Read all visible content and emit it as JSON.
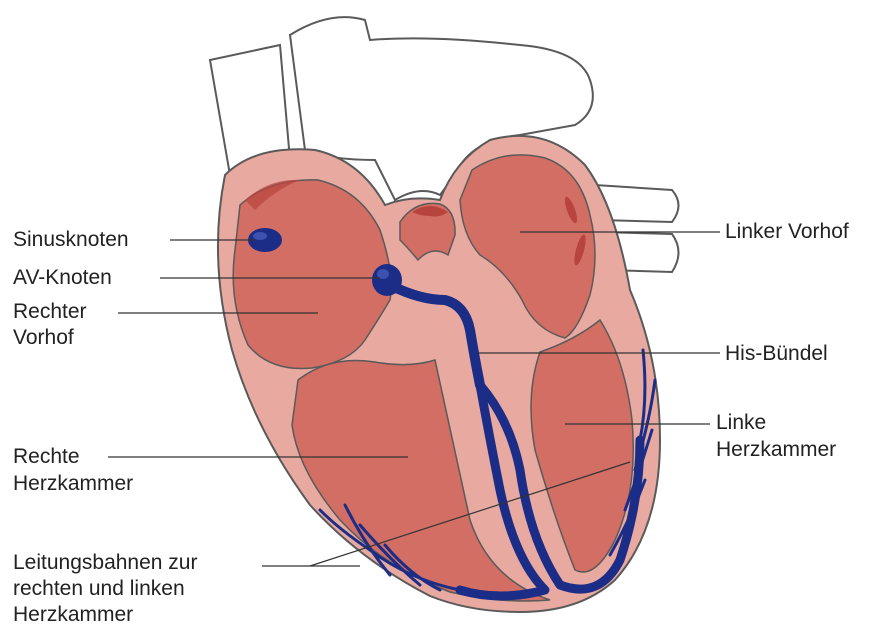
{
  "diagram": {
    "colors": {
      "outer_wall": "#e8aaa0",
      "chamber": "#d26e64",
      "conduction": "#1c2d87",
      "outline": "#5a5a5a",
      "vessel": "#ffffff",
      "valve_dark": "#b8453d"
    },
    "labels": {
      "sinusknoten": "Sinusknoten",
      "av_knoten": "AV-Knoten",
      "rechter_vorhof_1": "Rechter",
      "rechter_vorhof_2": "Vorhof",
      "rechte_herzkammer_1": "Rechte",
      "rechte_herzkammer_2": "Herzkammer",
      "leitungsbahnen_1": "Leitungsbahnen zur",
      "leitungsbahnen_2": "rechten und linken",
      "leitungsbahnen_3": "Herzkammer",
      "linker_vorhof": "Linker Vorhof",
      "his_buendel": "His-Bündel",
      "linke_herzkammer_1": "Linke",
      "linke_herzkammer_2": "Herzkammer"
    }
  }
}
